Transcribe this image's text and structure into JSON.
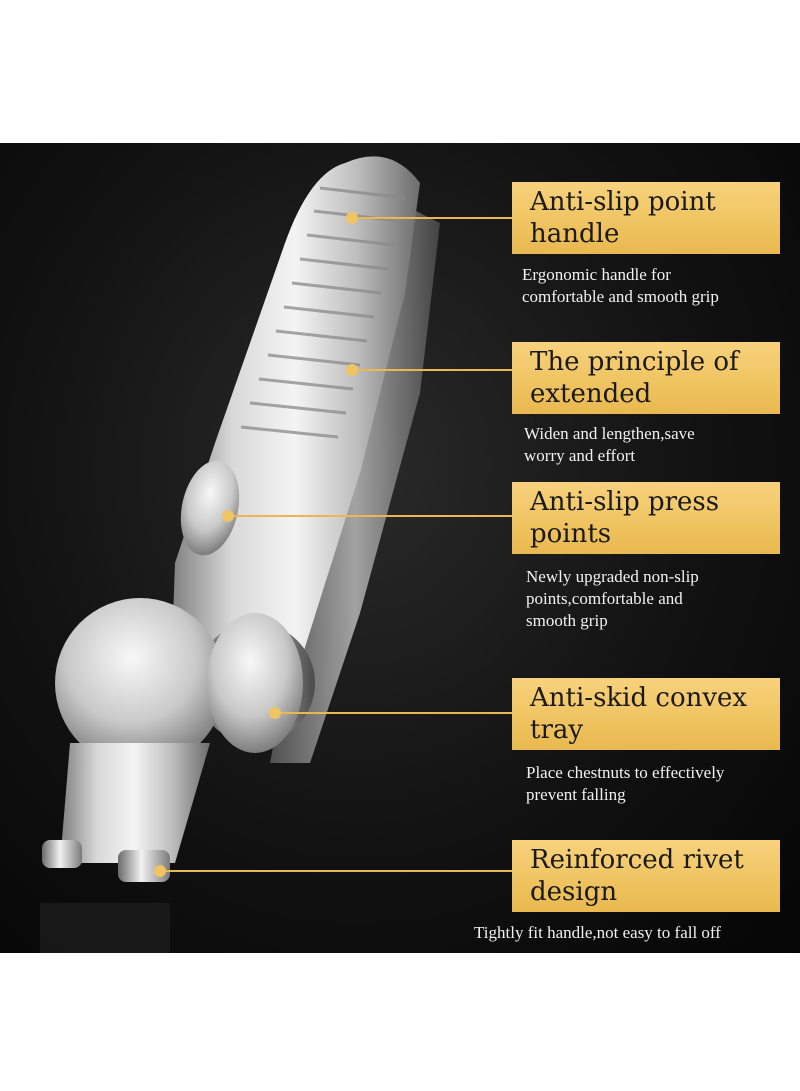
{
  "colors": {
    "background": "#0a0a0a",
    "label_fill": "#f0c462",
    "leader_line": "#e9b94f",
    "description_text": "#f2f2f2"
  },
  "callouts": [
    {
      "title_lines": [
        "Anti-slip point",
        "handle"
      ],
      "description_lines": [
        "Ergonomic handle for",
        "comfortable and smooth grip"
      ]
    },
    {
      "title_lines": [
        "The principle of",
        "extended leverage"
      ],
      "description_lines": [
        "Widen and lengthen,save",
        "worry and effort"
      ]
    },
    {
      "title_lines": [
        "Anti-slip press",
        "points"
      ],
      "description_lines": [
        "Newly upgraded non-slip",
        "points,comfortable and",
        "smooth grip"
      ]
    },
    {
      "title_lines": [
        "Anti-skid convex",
        "tray"
      ],
      "description_lines": [
        "Place chestnuts to effectively",
        "prevent falling"
      ]
    },
    {
      "title_lines": [
        "Reinforced rivet",
        "design"
      ],
      "description_lines": [
        "Tightly fit handle,not easy to fall off"
      ]
    }
  ]
}
